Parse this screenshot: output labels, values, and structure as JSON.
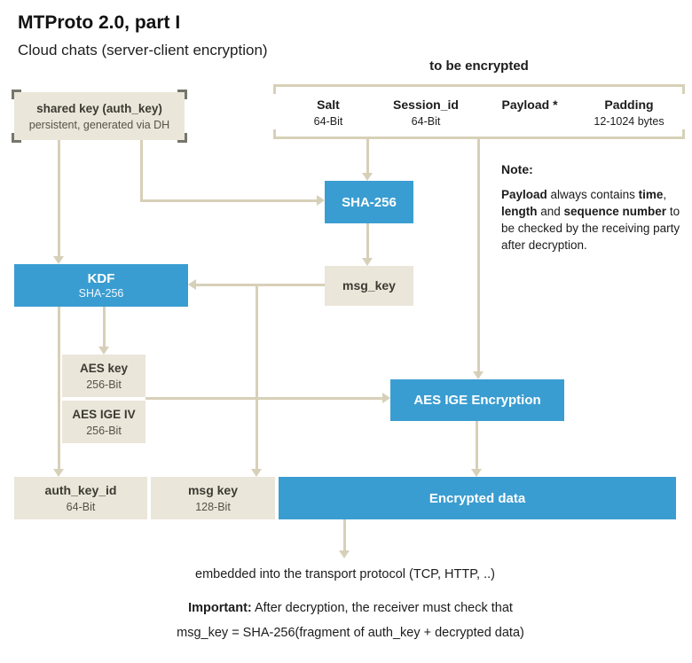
{
  "page": {
    "title": "MTProto 2.0, part I",
    "subtitle": "Cloud chats (server-client encryption)"
  },
  "encrypted_group": {
    "label": "to be encrypted",
    "fields": [
      {
        "name": "Salt",
        "detail": "64-Bit"
      },
      {
        "name": "Session_id",
        "detail": "64-Bit"
      },
      {
        "name": "Payload *",
        "detail": ""
      },
      {
        "name": "Padding",
        "detail": "12-1024 bytes"
      }
    ]
  },
  "boxes": {
    "shared_key": {
      "title": "shared key (auth_key)",
      "subtitle": "persistent, generated via DH"
    },
    "sha256": {
      "title": "SHA-256"
    },
    "kdf": {
      "title": "KDF",
      "subtitle": "SHA-256"
    },
    "msg_key": {
      "title": "msg_key"
    },
    "aes_key": {
      "title": "AES key",
      "subtitle": "256-Bit"
    },
    "aes_ige_iv": {
      "title": "AES IGE IV",
      "subtitle": "256-Bit"
    },
    "aes_ige_encryption": {
      "title": "AES IGE Encryption"
    },
    "auth_key_id": {
      "title": "auth_key_id",
      "subtitle": "64-Bit"
    },
    "msg_key_out": {
      "title": "msg key",
      "subtitle": "128-Bit"
    },
    "encrypted_data": {
      "title": "Encrypted data"
    }
  },
  "note": {
    "label": "Note:",
    "segments": [
      "Payload",
      " always contains ",
      "time",
      ", ",
      "length",
      " and ",
      "sequence number",
      " to be checked by the receiving party after decryption."
    ]
  },
  "footer": {
    "transport": "embedded into the transport protocol (TCP, HTTP, ..)",
    "important_label": "Important:",
    "important_rest": " After decryption, the receiver must check that",
    "important_line2": "msg_key = SHA-256(fragment of auth_key + decrypted data)"
  },
  "colors": {
    "blue": "#3A9DD1",
    "beige": "#EAE6D9",
    "line": "#D7D0B8",
    "tick": "#76766C"
  }
}
